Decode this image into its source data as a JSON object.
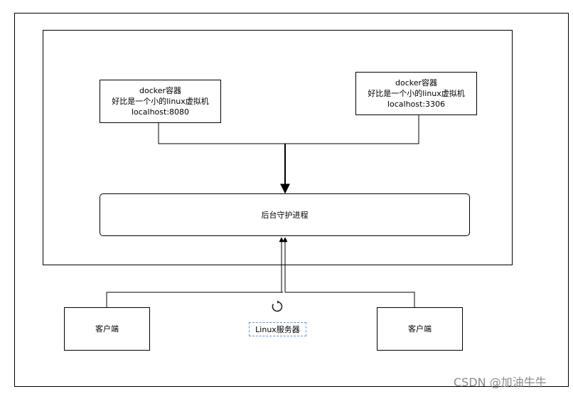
{
  "docker_left": {
    "line1": "docker容器",
    "line2": "好比是一个小的linux虚拟机",
    "line3": "localhost:8080"
  },
  "docker_right": {
    "line1": "docker容器",
    "line2": "好比是一个小的linux虚拟机",
    "line3": "localhost:3306"
  },
  "daemon": {
    "label": "后台守护进程"
  },
  "client_left": {
    "label": "客户端"
  },
  "client_right": {
    "label": "客户端"
  },
  "server": {
    "label": "Linux服务器",
    "icon": "refresh-icon"
  },
  "watermark": {
    "text": "CSDN @加油牛牛"
  }
}
